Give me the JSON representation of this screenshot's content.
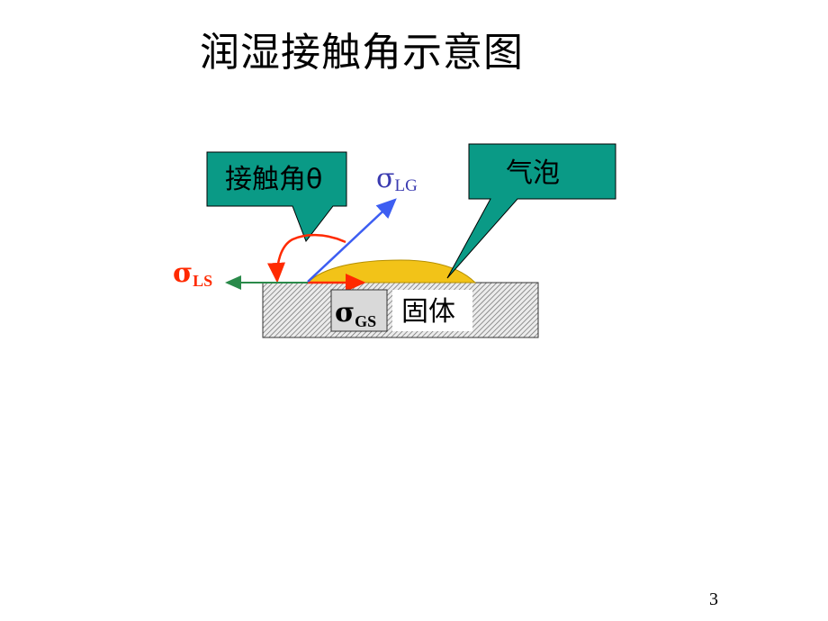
{
  "slide": {
    "title": "润湿接触角示意图",
    "page_number": "3"
  },
  "diagram": {
    "callouts": {
      "contact_angle": "接触角θ",
      "bubble": "气泡"
    },
    "solid_label": "固体",
    "sigma": "σ",
    "labels": {
      "lg_sub": "LG",
      "ls_sub": "LS",
      "gs_sub": "GS"
    },
    "colors": {
      "callout_fill": "#0a9a86",
      "bubble_fill": "#f2c318",
      "solid_fill": "#cfcfcf",
      "lg_arrow": "#3d5ef2",
      "ls_arrow": "#ff2a00",
      "gs_arrow": "#2a8a4a",
      "angle_arc": "#ff2a00",
      "lg_text": "#3a3ab0",
      "ls_text": "#ff2a00"
    }
  }
}
